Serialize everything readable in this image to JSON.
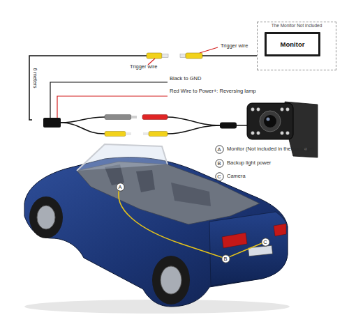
{
  "diagram": {
    "nodes": [
      {
        "text": [
          "The Monitor Not included"
        ]
      },
      {
        "text": [
          "Monitor"
        ],
        "in": 0
      },
      {
        "text": [
          "A"
        ]
      },
      {
        "text": [
          "B"
        ]
      },
      {
        "text": [
          "C"
        ]
      },
      {
        "text": [
          "A"
        ]
      },
      {
        "text": [
          "C"
        ]
      },
      {
        "text": [
          "B"
        ]
      }
    ],
    "labels": [
      "Trigger wire",
      "Trigger wire",
      "Black to GND",
      "Red Wire to Power+: Reversing lamp",
      "6 meters",
      "Monitor (Not included in the package)",
      "Backup light power",
      "Camera"
    ]
  }
}
